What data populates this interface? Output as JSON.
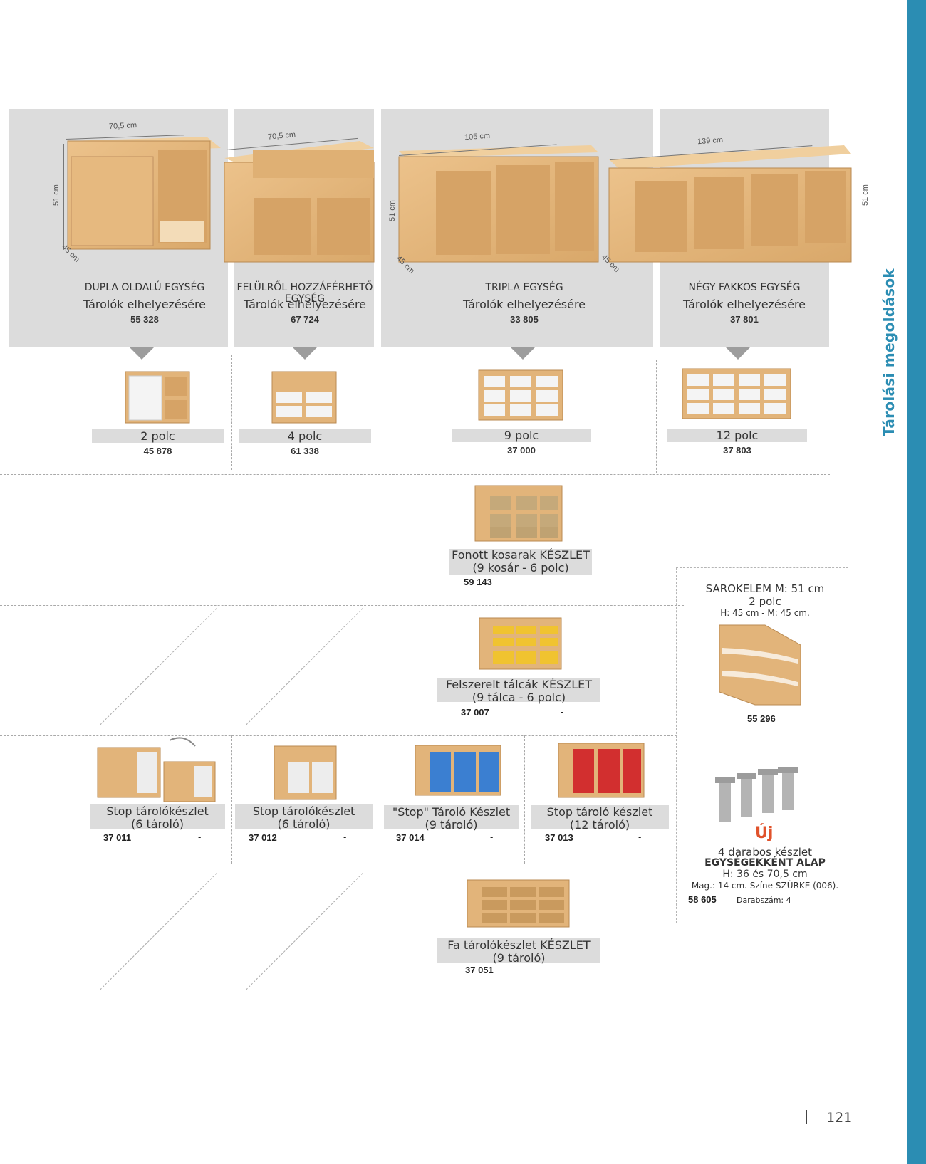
{
  "sidebar_title": "Tárolási megoldások",
  "page_number": "121",
  "units": [
    {
      "name": "DUPLA OLDALÚ EGYSÉG",
      "sub": "Tárolók elhelyezésére",
      "code": "55 328"
    },
    {
      "name": "FELÜLRŐL HOZZÁFÉRHETŐ EGYSÉG",
      "sub": "Tárolók elhelyezésére",
      "code": "67 724"
    },
    {
      "name": "TRIPLA EGYSÉG",
      "sub": "Tárolók elhelyezésére",
      "code": "33 805"
    },
    {
      "name": "NÉGY FAKKOS EGYSÉG",
      "sub": "Tárolók elhelyezésére",
      "code": "37 801"
    }
  ],
  "dimensions": {
    "w1": "70,5 cm",
    "w2": "70,5 cm",
    "w3": "105 cm",
    "w4": "139 cm",
    "h1": "51 cm",
    "h3": "51 cm",
    "h4": "51 cm",
    "d1": "45 cm",
    "d3": "45 cm",
    "d4": "45 cm"
  },
  "shelves": [
    {
      "label": "2 polc",
      "code": "45 878"
    },
    {
      "label": "4 polc",
      "code": "61 338"
    },
    {
      "label": "9 polc",
      "code": "37 000"
    },
    {
      "label": "12 polc",
      "code": "37 803"
    }
  ],
  "sets": [
    {
      "line1": "Fonott kosarak KÉSZLET",
      "line2": "(9 kosár - 6 polc)",
      "code": "59 143",
      "dash": "-"
    },
    {
      "line1": "Felszerelt tálcák KÉSZLET",
      "line2": "(9 tálca - 6 polc)",
      "code": "37 007",
      "dash": "-"
    },
    {
      "line1": "Stop tárolókészlet",
      "line2": "(6 tároló)",
      "code": "37 011",
      "dash": "-"
    },
    {
      "line1": "Stop tárolókészlet",
      "line2": "(6 tároló)",
      "code": "37 012",
      "dash": "-"
    },
    {
      "line1": "\"Stop\" Tároló Készlet",
      "line2": "(9 tároló)",
      "code": "37 014",
      "dash": "-"
    },
    {
      "line1": "Stop tároló készlet",
      "line2": "(12 tároló)",
      "code": "37 013",
      "dash": "-"
    },
    {
      "line1": "Fa tárolókészlet KÉSZLET",
      "line2": "(9 tároló)",
      "code": "37 051",
      "dash": "-"
    }
  ],
  "corner": {
    "title": "SAROKELEM M: 51 cm",
    "shelves": "2 polc",
    "dims": "H: 45 cm - M: 45 cm.",
    "code": "55 296"
  },
  "base": {
    "new": "Új",
    "line1": "4 darabos készlet",
    "line2": "EGYSÉGEKKÉNT ALAP",
    "line3": "H: 36 és 70,5 cm",
    "line4": "Mag.: 14 cm. Színe SZÜRKE (006).",
    "code": "58 605",
    "qty": "Darabszám: 4"
  },
  "colors": {
    "accent": "#2b8db3",
    "wood": "#e2b47a",
    "new": "#e0522b",
    "panel": "#dcdcdc"
  }
}
